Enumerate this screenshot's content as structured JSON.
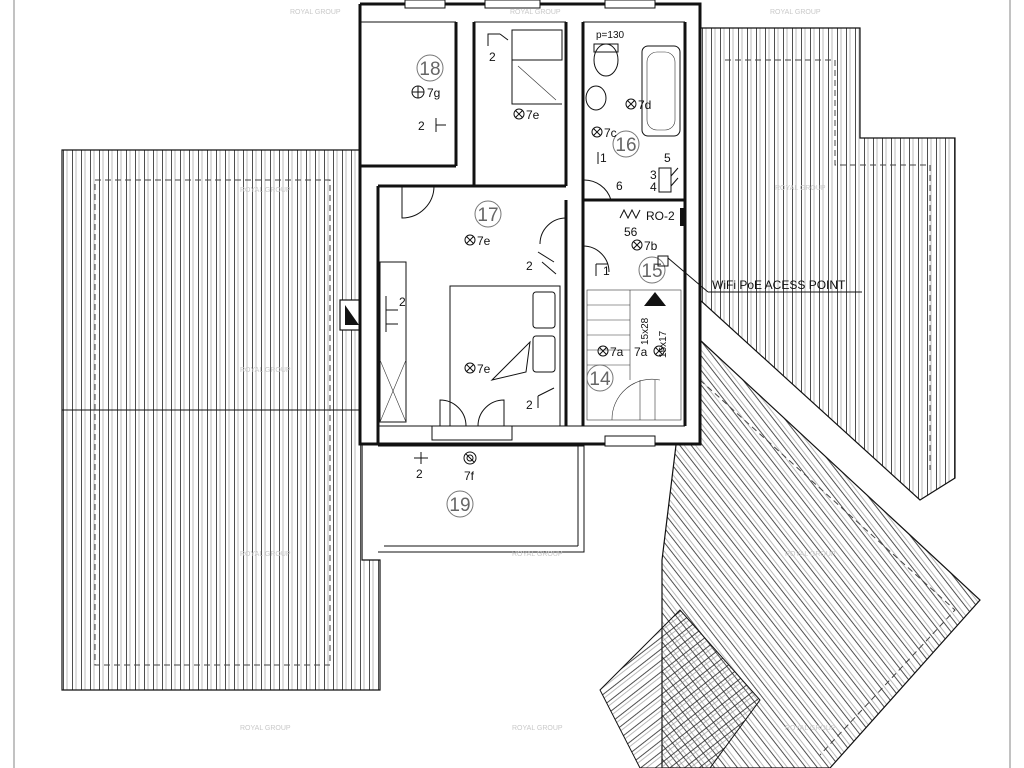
{
  "rooms": [
    {
      "id": "r14",
      "number": "14"
    },
    {
      "id": "r15",
      "number": "15"
    },
    {
      "id": "r16",
      "number": "16"
    },
    {
      "id": "r17",
      "number": "17"
    },
    {
      "id": "r18",
      "number": "18"
    },
    {
      "id": "r19",
      "number": "19"
    }
  ],
  "fixtures": {
    "f7g": "7g",
    "f7e_a": "7e",
    "f7e_b": "7e",
    "f7e_c": "7e",
    "f7d": "7d",
    "f7c": "7c",
    "f7b": "7b",
    "f7a_a": "7a",
    "f7a_b": "7a",
    "f7f": "7f"
  },
  "circuits": {
    "c2_a": "2",
    "c2_b": "2",
    "c2_c": "2",
    "c2_d": "2",
    "c2_e": "2",
    "c2_f": "2",
    "c1_a": "1",
    "c1_b": "1",
    "c3": "3",
    "c4": "4",
    "c5": "5",
    "c6": "6",
    "c56": "56"
  },
  "labels": {
    "panel": "RO-2",
    "bath_height": "p=130",
    "wifi": "WiFi PoE ACESS POINT",
    "stair_spec": "15x28",
    "stair_spec2": "15x17"
  },
  "watermark": "ROYAL GROUP"
}
